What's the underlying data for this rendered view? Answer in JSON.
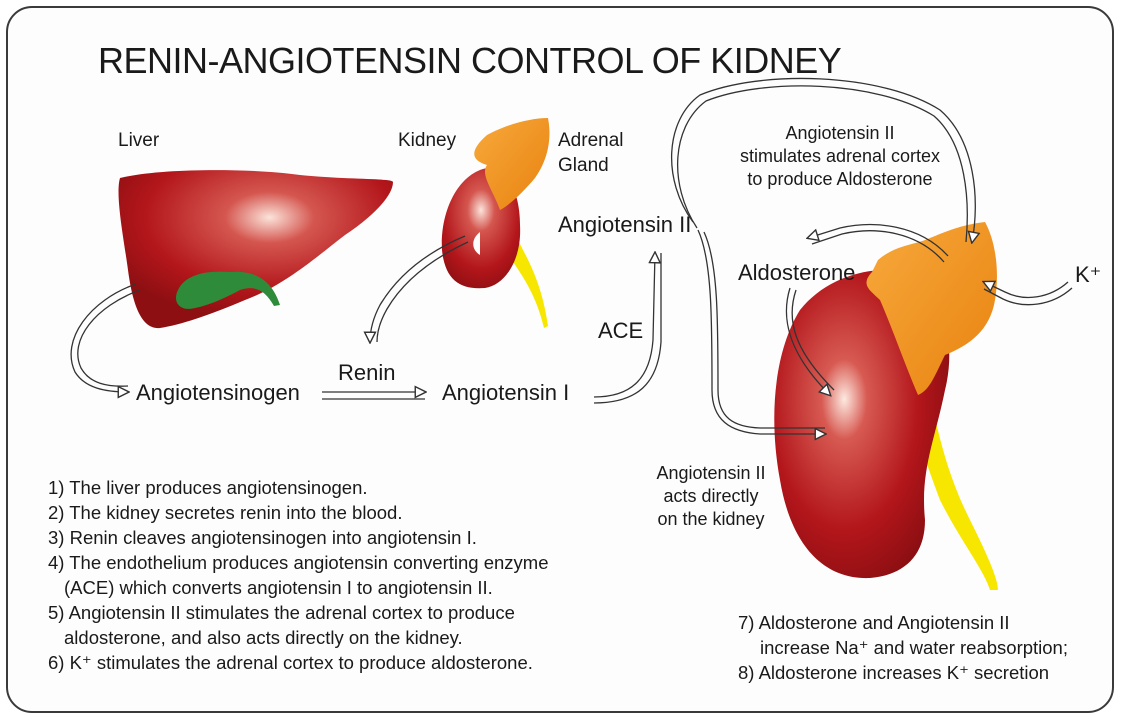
{
  "title": "RENIN-ANGIOTENSIN CONTROL OF KIDNEY",
  "labels": {
    "liver": "Liver",
    "kidney": "Kidney",
    "adrenal_line1": "Adrenal",
    "adrenal_line2": "Gland",
    "angiotensinogen": "Angiotensinogen",
    "renin": "Renin",
    "angiotensin_1": "Angiotensin I",
    "ace": "ACE",
    "angiotensin_2": "Angiotensin II",
    "aldosterone": "Aldosterone",
    "potassium": "K⁺"
  },
  "annotations": {
    "adrenal_stimulus": [
      "Angiotensin II",
      "stimulates adrenal cortex",
      "to produce Aldosterone"
    ],
    "direct_kidney": [
      "Angiotensin II",
      "acts directly",
      "on the kidney"
    ]
  },
  "steps": [
    "1) The liver produces angiotensinogen.",
    "2) The kidney secretes renin into the blood.",
    "3) Renin cleaves angiotensinogen into angiotensin I.",
    "4) The endothelium produces angiotensin converting enzyme",
    "(ACE) which  converts angiotensin I to angiotensin II.",
    "5) Angiotensin II stimulates the adrenal cortex to produce",
    "aldosterone,  and also acts directly on the kidney.",
    "6) K⁺ stimulates the adrenal cortex to produce aldosterone."
  ],
  "steps_right": [
    "7) Aldosterone and Angiotensin II",
    "increase Na⁺ and water reabsorption;",
    "8) Aldosterone increases K⁺ secretion"
  ],
  "colors": {
    "organ_red": "#b3161b",
    "organ_highlight": "#f3c7b8",
    "adrenal_orange": "#f0901e",
    "gallbladder_green": "#2e8b3a",
    "ureter_yellow": "#f7e600"
  }
}
